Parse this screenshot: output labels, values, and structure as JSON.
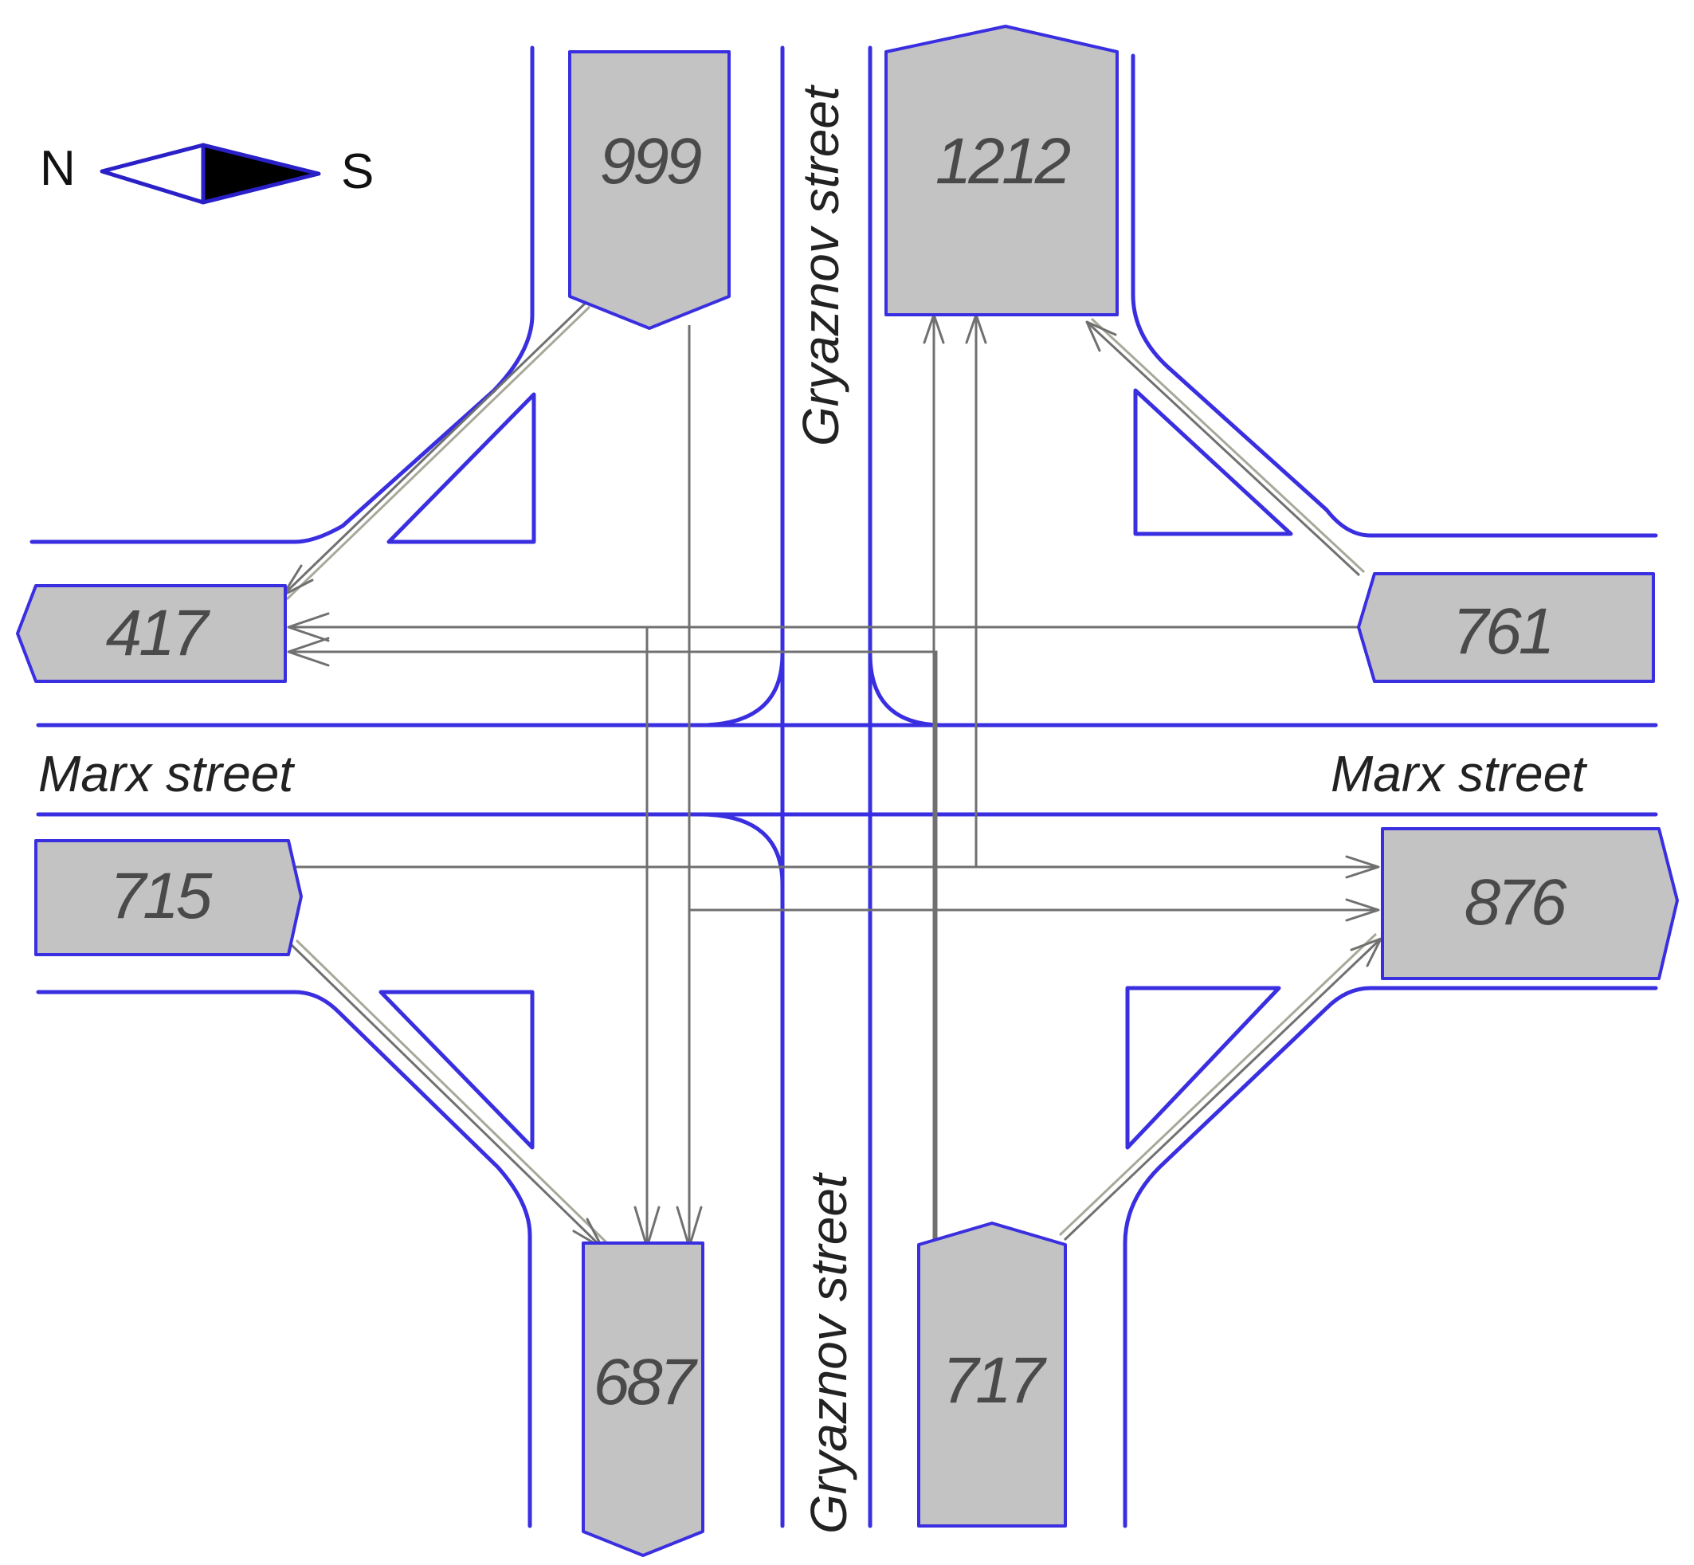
{
  "compass": {
    "north": "N",
    "south": "S"
  },
  "streets": {
    "horizontal_left": "Marx street",
    "horizontal_right": "Marx street",
    "vertical_top": "Gryaznov street",
    "vertical_bottom": "Gryaznov street"
  },
  "approaches": {
    "north_top_in": "999",
    "north_top_out": "1212",
    "west_out": "417",
    "west_in": "715",
    "east_in": "761",
    "east_out": "876",
    "south_out": "687",
    "south_in": "717"
  },
  "colors": {
    "road": "#3a2fe0",
    "box_fill": "#c3c3c3",
    "flow": "#707070"
  }
}
